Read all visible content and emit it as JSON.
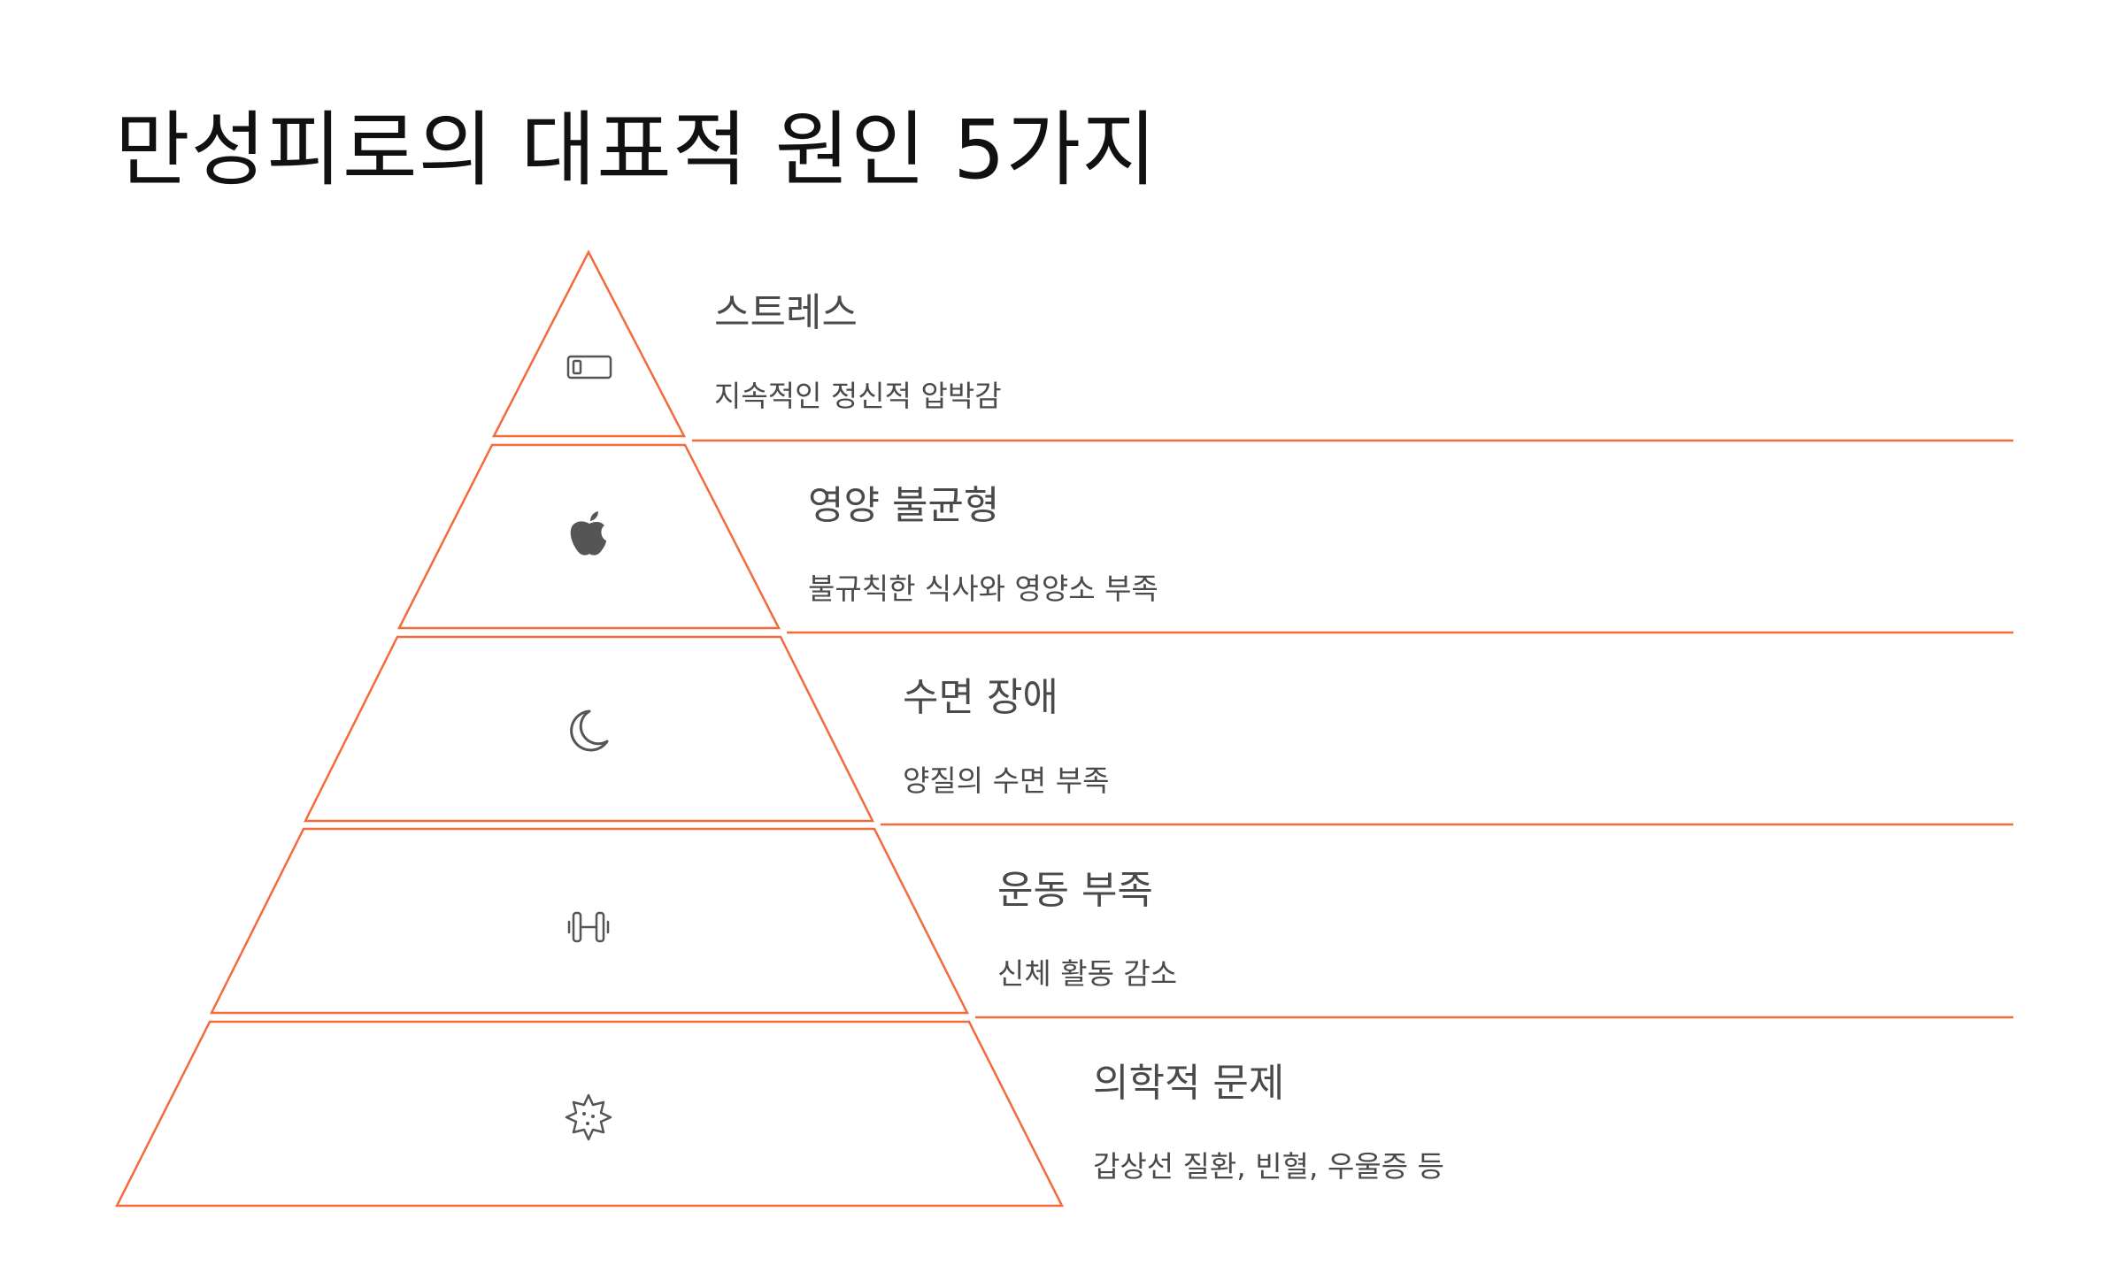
{
  "title": "만성피로의 대표적 원인 5가지",
  "accent_color": "#f26b3a",
  "icon_color": "#555555",
  "levels": [
    {
      "title": "스트레스",
      "desc": "지속적인 정신적 압박감",
      "icon": "battery-low-icon"
    },
    {
      "title": "영양 불균형",
      "desc": "불규칙한 식사와 영양소 부족",
      "icon": "apple-icon"
    },
    {
      "title": "수면 장애",
      "desc": "양질의 수면 부족",
      "icon": "moon-icon"
    },
    {
      "title": "운동 부족",
      "desc": "신체 활동 감소",
      "icon": "dumbbell-icon"
    },
    {
      "title": "의학적 문제",
      "desc": "갑상선 질환, 빈혈, 우울증 등",
      "icon": "virus-icon"
    }
  ]
}
